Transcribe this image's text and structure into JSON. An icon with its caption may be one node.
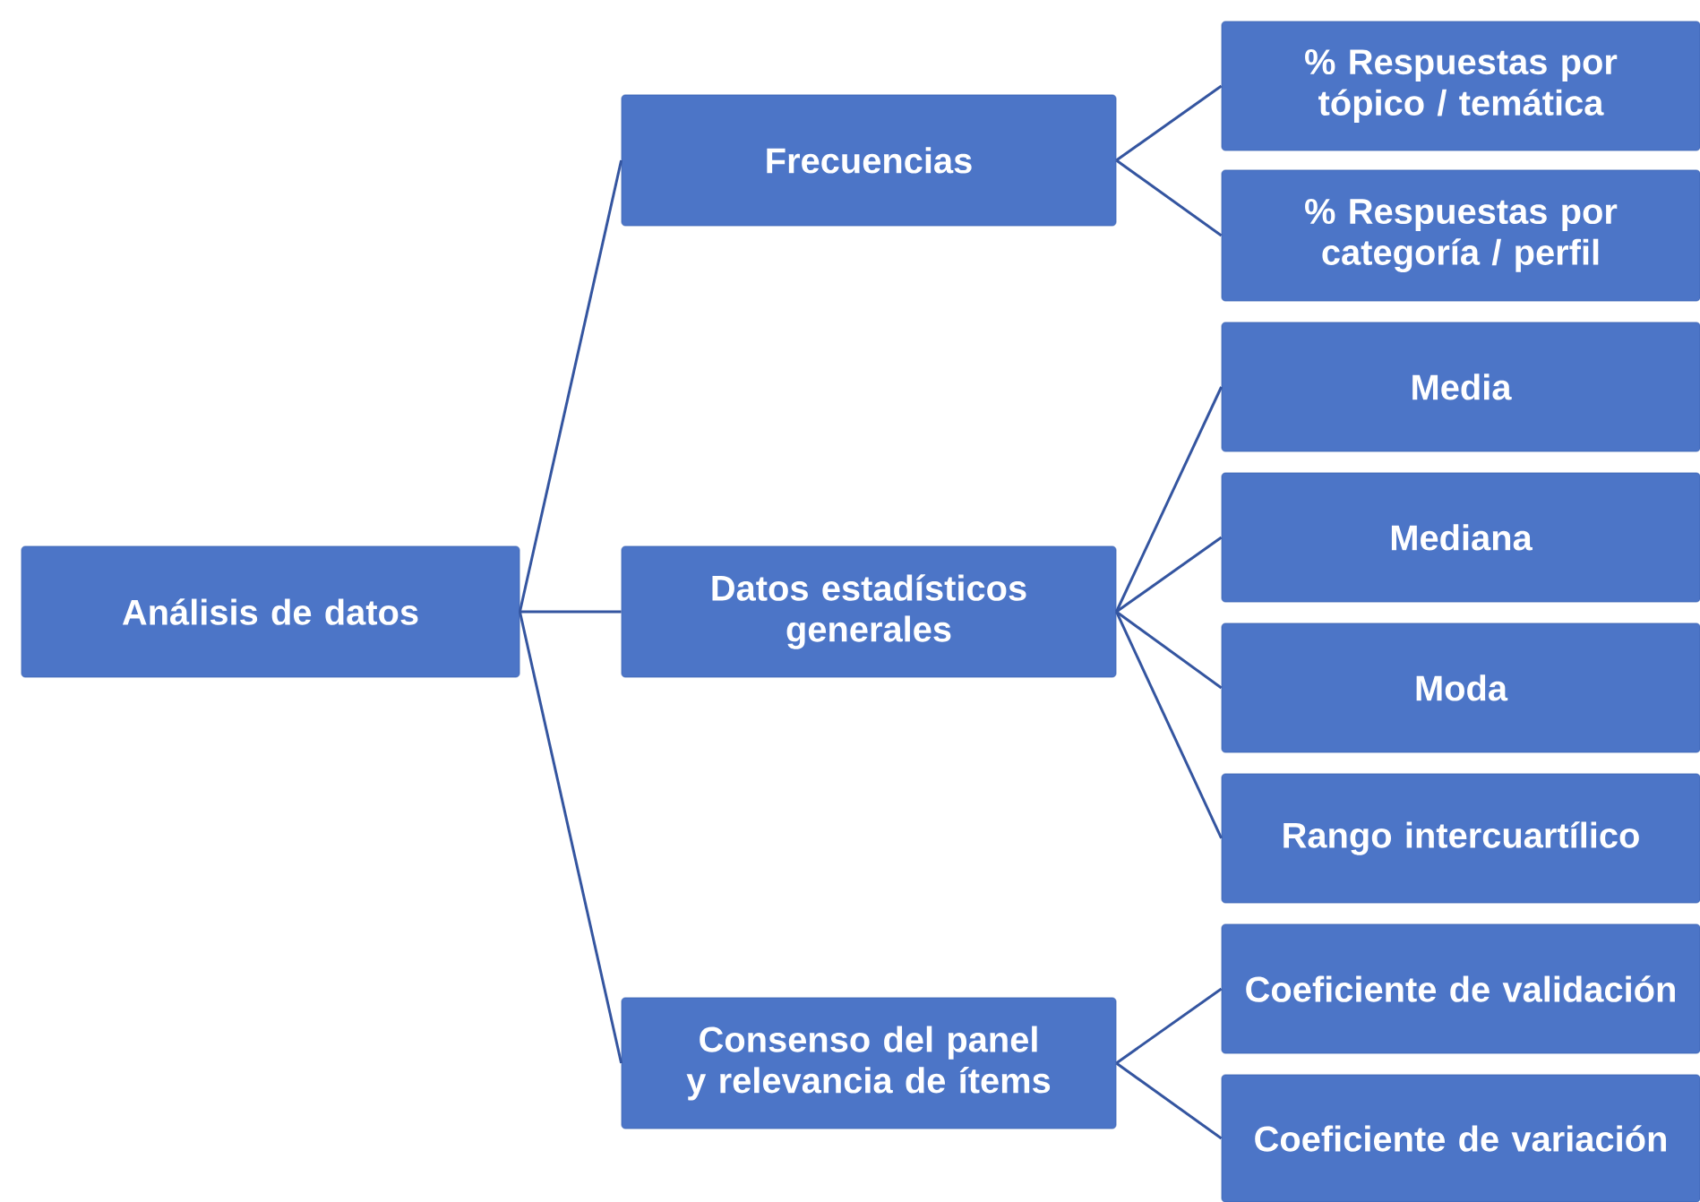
{
  "diagram": {
    "nodes": [
      {
        "text": [
          "Análisis de datos"
        ]
      },
      {
        "text": [
          "Frecuencias"
        ]
      },
      {
        "text": [
          "Datos estadísticos generales"
        ]
      },
      {
        "text": [
          "Consenso del panel y relevancia de ítems"
        ]
      },
      {
        "text": [
          "% Respuestas por tópico / temática"
        ]
      },
      {
        "text": [
          "% Respuestas por categoría / perfil"
        ]
      },
      {
        "text": [
          "Media"
        ]
      },
      {
        "text": [
          "Mediana"
        ]
      },
      {
        "text": [
          "Moda"
        ]
      },
      {
        "text": [
          "Rango intercuartílico"
        ]
      },
      {
        "text": [
          "Coeficiente de validación"
        ]
      },
      {
        "text": [
          "Coeficiente de variación"
        ]
      }
    ],
    "edges": [
      {
        "from": 0,
        "to": 1,
        "arrow": "none"
      },
      {
        "from": 0,
        "to": 2,
        "arrow": "none"
      },
      {
        "from": 0,
        "to": 3,
        "arrow": "none"
      },
      {
        "from": 1,
        "to": 4,
        "arrow": "none"
      },
      {
        "from": 1,
        "to": 5,
        "arrow": "none"
      },
      {
        "from": 2,
        "to": 6,
        "arrow": "none"
      },
      {
        "from": 2,
        "to": 7,
        "arrow": "none"
      },
      {
        "from": 2,
        "to": 8,
        "arrow": "none"
      },
      {
        "from": 2,
        "to": 9,
        "arrow": "none"
      },
      {
        "from": 3,
        "to": 10,
        "arrow": "none"
      },
      {
        "from": 3,
        "to": 11,
        "arrow": "none"
      }
    ]
  }
}
